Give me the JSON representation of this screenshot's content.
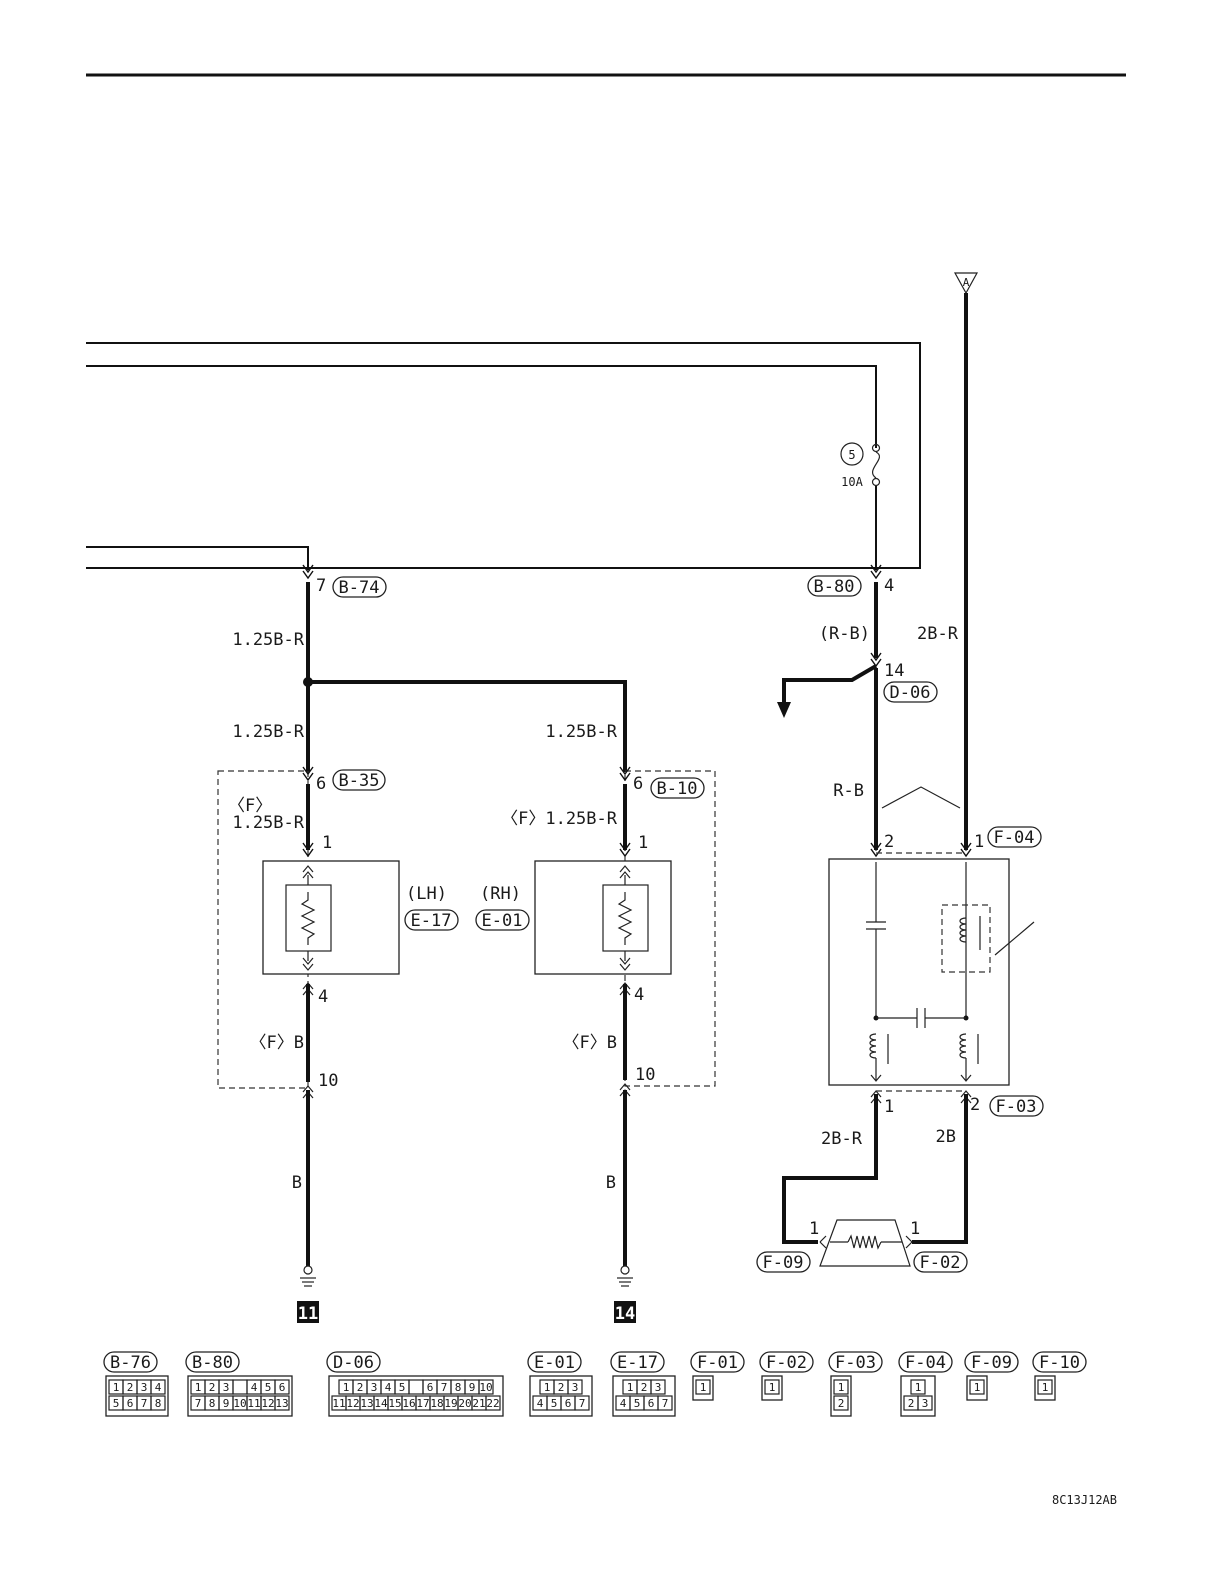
{
  "colors": {
    "ink": "#111111",
    "paper": "#ffffff"
  },
  "ref_code": "8C13J12AB",
  "signal_ref": "A",
  "fuse": {
    "number": "5",
    "rating": "10A"
  },
  "connectors": {
    "b74": "B-74",
    "b80": "B-80",
    "d06": "D-06",
    "b35": "B-35",
    "b10": "B-10",
    "e17": "E-17",
    "e01": "E-01",
    "f04": "F-04",
    "f03": "F-03",
    "f09": "F-09",
    "f02": "F-02"
  },
  "pins": {
    "p7": "7",
    "p4": "4",
    "p14": "14",
    "p6a": "6",
    "p6b": "6",
    "p1a": "1",
    "p1b": "1",
    "p4a": "4",
    "p4b": "4",
    "p10a": "10",
    "p10b": "10",
    "f04_2": "2",
    "f04_1": "1",
    "f03_1": "1",
    "f03_2": "2",
    "f09_1": "1",
    "f02_1": "1"
  },
  "wires": {
    "w1": "1.25B-R",
    "w2": "1.25B-R",
    "w3": "1.25B-R",
    "w4_prefix": "〈F〉",
    "w4": "1.25B-R",
    "w5": "〈F〉1.25B-R",
    "w6": "〈F〉B",
    "w7": "〈F〉B",
    "w8": "B",
    "w9": "B",
    "w10": "(R-B)",
    "w11": "2B-R",
    "w12": "R-B",
    "w13": "2B-R",
    "w14": "2B"
  },
  "sides": {
    "lh": "(LH)",
    "rh": "(RH)"
  },
  "grounds": {
    "g1": "11",
    "g2": "14"
  },
  "legend": [
    {
      "id": "B-76",
      "rows": [
        [
          "1",
          "2",
          "3",
          "4"
        ],
        [
          "5",
          "6",
          "7",
          "8"
        ]
      ]
    },
    {
      "id": "B-80",
      "rows": [
        [
          "1",
          "2",
          "3",
          "",
          "4",
          "5",
          "6"
        ],
        [
          "7",
          "8",
          "9",
          "10",
          "11",
          "12",
          "13"
        ]
      ]
    },
    {
      "id": "D-06",
      "rows": [
        [
          "1",
          "2",
          "3",
          "4",
          "5",
          "",
          "6",
          "7",
          "8",
          "9",
          "10"
        ],
        [
          "11",
          "12",
          "13",
          "14",
          "15",
          "16",
          "17",
          "18",
          "19",
          "20",
          "21",
          "22"
        ]
      ]
    },
    {
      "id": "E-01",
      "rows": [
        [
          "1",
          "2",
          "3"
        ],
        [
          "4",
          "5",
          "6",
          "7"
        ]
      ]
    },
    {
      "id": "E-17",
      "rows": [
        [
          "1",
          "2",
          "3"
        ],
        [
          "4",
          "5",
          "6",
          "7"
        ]
      ]
    },
    {
      "id": "F-01",
      "rows": [
        [
          "1"
        ]
      ]
    },
    {
      "id": "F-02",
      "rows": [
        [
          "1"
        ]
      ]
    },
    {
      "id": "F-03",
      "rows": [
        [
          "1"
        ],
        [
          "2"
        ]
      ]
    },
    {
      "id": "F-04",
      "rows": [
        [
          "1"
        ],
        [
          "2",
          "3"
        ]
      ]
    },
    {
      "id": "F-09",
      "rows": [
        [
          "1"
        ]
      ]
    },
    {
      "id": "F-10",
      "rows": [
        [
          "1"
        ]
      ]
    }
  ]
}
